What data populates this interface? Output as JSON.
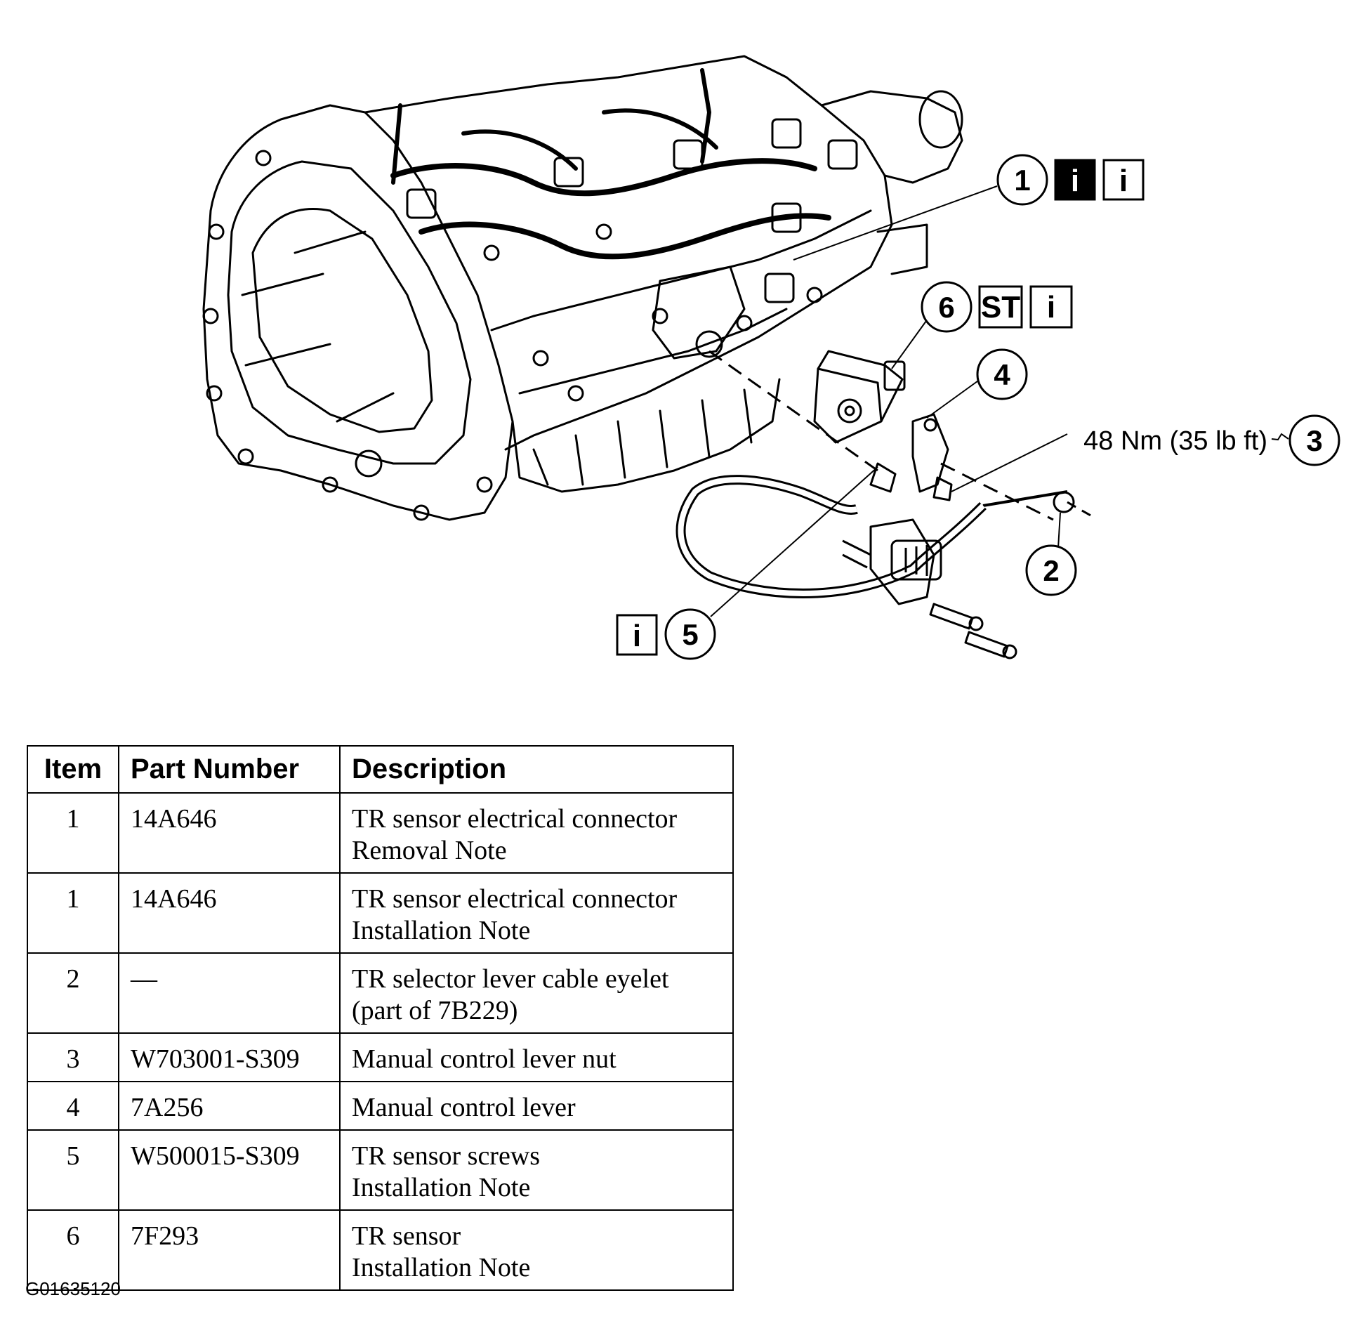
{
  "callouts": {
    "c1": "1",
    "c2": "2",
    "c3": "3",
    "c4": "4",
    "c5": "5",
    "c6": "6"
  },
  "torque_spec": "48 Nm (35 lb ft)",
  "info_icon_letter": "i",
  "special_tool_label": "ST",
  "table": {
    "headers": [
      "Item",
      "Part Number",
      "Description"
    ],
    "rows": [
      {
        "item": "1",
        "part": "14A646",
        "desc": [
          "TR sensor electrical connector",
          "Removal Note"
        ]
      },
      {
        "item": "1",
        "part": "14A646",
        "desc": [
          "TR sensor electrical connector",
          "Installation Note"
        ]
      },
      {
        "item": "2",
        "part": "—",
        "desc": [
          "TR selector lever cable eyelet",
          "(part of 7B229)"
        ]
      },
      {
        "item": "3",
        "part": "W703001-S309",
        "desc": [
          "Manual control lever nut"
        ]
      },
      {
        "item": "4",
        "part": "7A256",
        "desc": [
          "Manual control lever"
        ]
      },
      {
        "item": "5",
        "part": "W500015-S309",
        "desc": [
          "TR sensor screws",
          "Installation Note"
        ]
      },
      {
        "item": "6",
        "part": "7F293",
        "desc": [
          "TR sensor",
          "Installation Note"
        ]
      }
    ]
  },
  "figure_id": "G01635120"
}
